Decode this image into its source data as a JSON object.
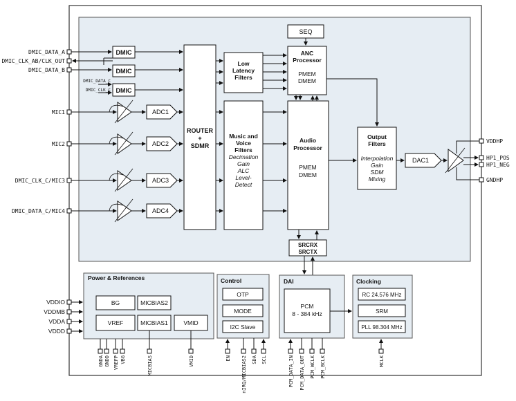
{
  "blocks": {
    "seq": "SEQ",
    "dmic": "DMIC",
    "adc1": "ADC1",
    "adc2": "ADC2",
    "adc3": "ADC3",
    "adc4": "ADC4",
    "router_line1": "ROUTER",
    "router_line2": "+",
    "router_line3": "SDMR",
    "low_latency": [
      "Low",
      "Latency",
      "Filters"
    ],
    "anc": [
      "ANC",
      "Processor"
    ],
    "anc_mem": [
      "PMEM",
      "DMEM"
    ],
    "music_voice": [
      "Music and",
      "Voice",
      "Filters"
    ],
    "music_voice_sub": [
      "Decimation",
      "Gain",
      "ALC",
      "Level-",
      "Detect"
    ],
    "audio_proc": [
      "Audio",
      "Processor"
    ],
    "audio_mem": [
      "PMEM",
      "DMEM"
    ],
    "output_filters": [
      "Output",
      "Filters"
    ],
    "output_sub": [
      "Interpolation",
      "Gain",
      "SDM",
      "Mixing"
    ],
    "dac1": "DAC1",
    "src": [
      "SRCRX",
      "SRCTX"
    ]
  },
  "left_pins": {
    "dmic_data_a": "DMIC_DATA_A",
    "dmic_clk_ab": "DMIC_CLK_AB/CLK_OUT",
    "dmic_data_b": "DMIC_DATA_B",
    "dmic_data_c": "DMIC_DATA_C",
    "dmic_clk_c": "DMIC_CLK_C",
    "mic1": "MIC1",
    "mic2": "MIC2",
    "mic3": "DMIC_CLK_C/MIC3",
    "mic4": "DMIC_DATA_C/MIC4"
  },
  "right_pins": {
    "vddhp": "VDDHP",
    "hp1_pos": "HP1_POS",
    "hp1_neg": "HP1_NEG",
    "gndhp": "GNDHP"
  },
  "power": {
    "title": "Power & References",
    "bg": "BG",
    "micbias2": "MICBIAS2",
    "vref": "VREF",
    "micbias1": "MICBIAS1",
    "vmid": "VMID",
    "supplies": [
      "VDDIO",
      "VDDMB",
      "VDDA",
      "VDDD"
    ]
  },
  "control": {
    "title": "Control",
    "otp": "OTP",
    "mode": "MODE",
    "i2c": "I2C Slave"
  },
  "dai": {
    "title": "DAI",
    "pcm": "PCM",
    "rate": "8 - 384 kHz"
  },
  "clocking": {
    "title": "Clocking",
    "rc": "RC 24.576 MHz",
    "srm": "SRM",
    "pll": "PLL 98.304 MHz"
  },
  "bottom_pins": [
    "GNDA",
    "GNDD",
    "VREFP",
    "VBG",
    "MICBIAS",
    "VMID",
    "EN",
    "nIRQ/MICBIAS2",
    "SDA",
    "SCL",
    "PCM_DATA_IN",
    "PCM_DATA_OUT",
    "PCM_WCLK",
    "PCM_BCLK",
    "MCLK"
  ]
}
